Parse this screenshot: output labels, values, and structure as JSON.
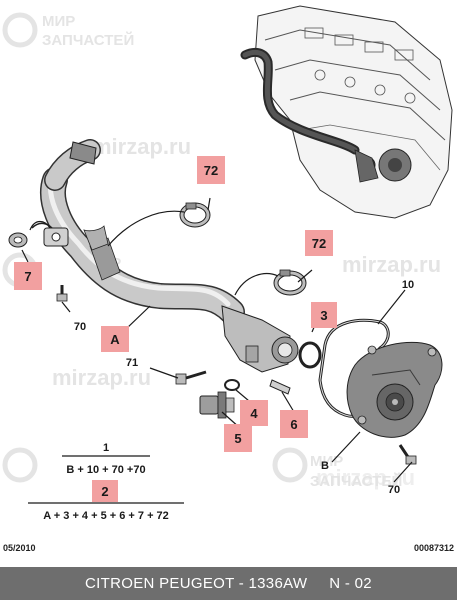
{
  "watermark": {
    "line1": "МИР",
    "line2": "ЗАПЧАСТЕЙ",
    "site": "mirzap.ru"
  },
  "callouts": {
    "c72_upper": "72",
    "c72_lower": "72",
    "c3": "3",
    "c7": "7",
    "cA": "A",
    "c4": "4",
    "c5": "5",
    "c6": "6",
    "c2": "2"
  },
  "part_numbers": {
    "p10": "10",
    "p70_left": "70",
    "p71": "71",
    "pB": "B",
    "p70_right": "70",
    "p1": "1"
  },
  "formulas": {
    "f1": "B + 10 + 70 +70",
    "f2": "A + 3 + 4 + 5 + 6 + 7 + 72"
  },
  "meta": {
    "date": "05/2010",
    "ref": "00087312"
  },
  "footer": {
    "brand": "CITROEN PEUGEOT - 1336AW",
    "code": "N - 02"
  },
  "colors": {
    "callout_fill": "#f2a0a0",
    "footer_bg": "#6e6e6e",
    "watermark": "#e4e4e4"
  }
}
